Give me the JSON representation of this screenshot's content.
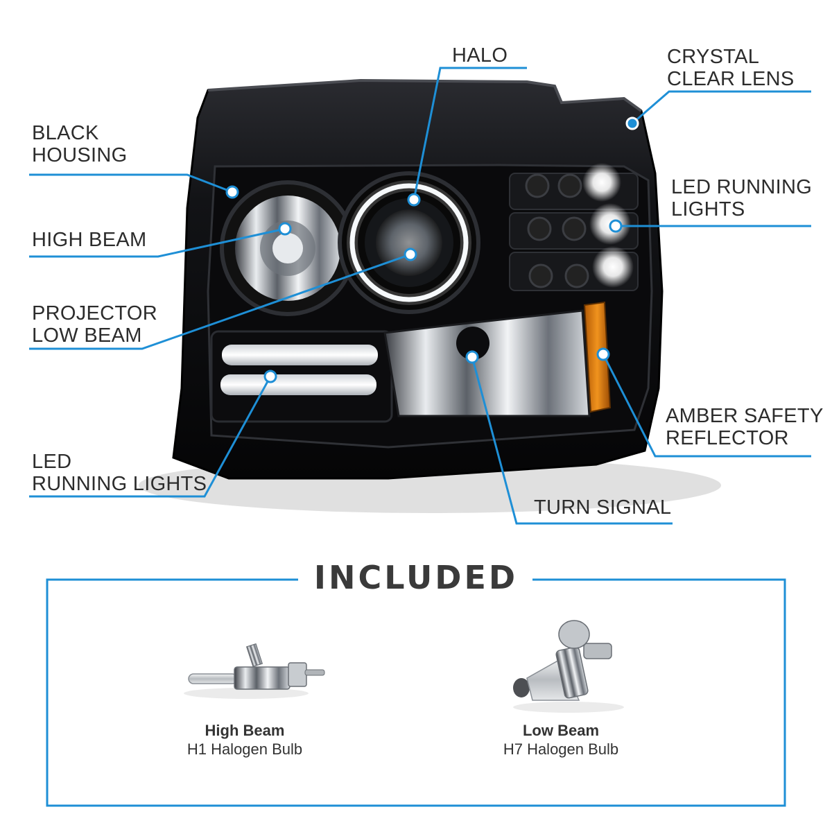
{
  "colors": {
    "accent": "#1e8fd6",
    "text": "#2c2c2c",
    "housing": "#0d0d0f",
    "amber": "#e07b10"
  },
  "callouts": {
    "halo": [
      "HALO"
    ],
    "crystal_clear_lens": [
      "CRYSTAL",
      "CLEAR LENS"
    ],
    "black_housing": [
      "BLACK",
      "HOUSING"
    ],
    "led_running_lights_right": [
      "LED RUNNING",
      "LIGHTS"
    ],
    "high_beam": [
      "HIGH BEAM"
    ],
    "projector_low_beam": [
      "PROJECTOR",
      "LOW BEAM"
    ],
    "amber_safety_reflector": [
      "AMBER SAFETY",
      "REFLECTOR"
    ],
    "led_running_lights_left": [
      "LED",
      "RUNNING LIGHTS"
    ],
    "turn_signal": [
      "TURN SIGNAL"
    ]
  },
  "included": {
    "title": "INCLUDED",
    "bulbs": [
      {
        "name": "High Beam",
        "type": "H1 Halogen Bulb",
        "icon": "h1-bulb-icon"
      },
      {
        "name": "Low Beam",
        "type": "H7 Halogen Bulb",
        "icon": "h7-bulb-icon"
      }
    ]
  }
}
